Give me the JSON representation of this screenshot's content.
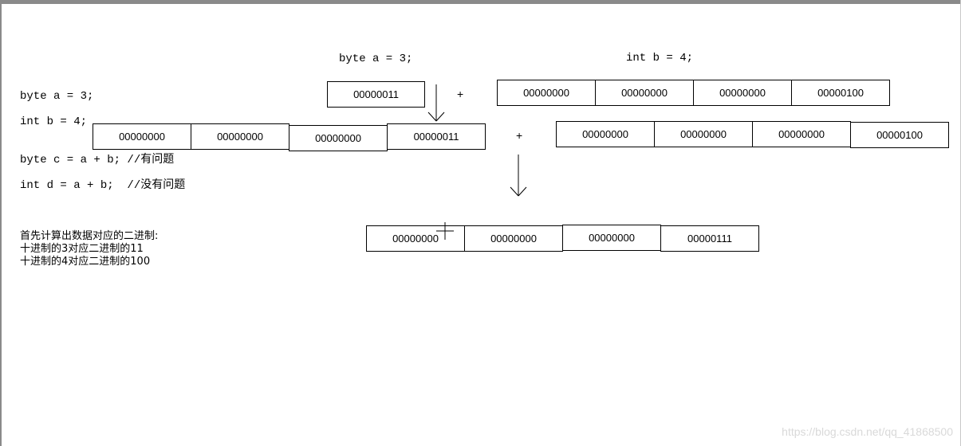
{
  "left_code": {
    "line1": "byte a = 3;",
    "line2": "int b = 4;",
    "line3": "byte c = a + b; //有问题",
    "line4": "int d = a + b;  //没有问题"
  },
  "explanation": {
    "line1": "首先计算出数据对应的二进制:",
    "line2": "十进制的3对应二进制的11",
    "line3": "十进制的4对应二进制的100"
  },
  "top_labels": {
    "a_label": "byte a = 3;",
    "b_label": "int b = 4;"
  },
  "a_byte": "00000011",
  "b_int": [
    "00000000",
    "00000000",
    "00000000",
    "00000100"
  ],
  "a_promoted": [
    "00000000",
    "00000000",
    "00000000",
    "00000011"
  ],
  "b_int_row2": [
    "00000000",
    "00000000",
    "00000000",
    "00000100"
  ],
  "result": [
    "00000000",
    "00000000",
    "00000000",
    "00000111"
  ],
  "operators": {
    "plus1": "+",
    "plus2": "+"
  },
  "watermark": "https://blog.csdn.net/qq_41868500"
}
